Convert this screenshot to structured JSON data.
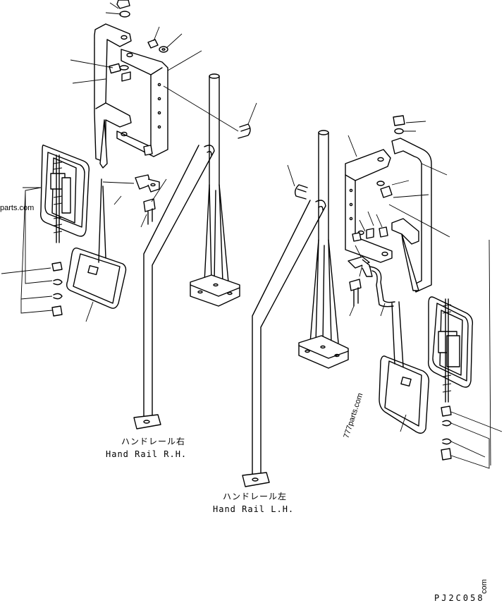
{
  "labels": {
    "rh_jp": "ハンドレール右",
    "rh_en": "Hand Rail R.H.",
    "lh_jp": "ハンドレール左",
    "lh_en": "Hand Rail L.H."
  },
  "watermarks": {
    "left": "parts.com",
    "middle": "777parts.com",
    "corner": "com"
  },
  "drawing_code": "PJ2C058"
}
